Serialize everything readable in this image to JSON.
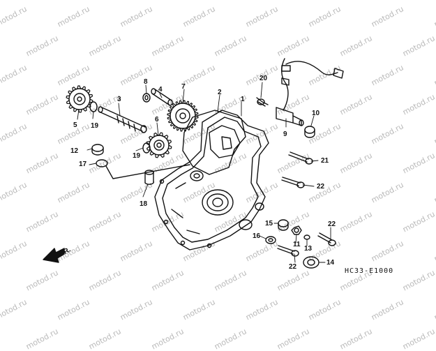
{
  "watermark": "motod.ru",
  "diagram_code": "HC33-E1000",
  "direction_label": "FR.",
  "callouts": [
    "1",
    "2",
    "3",
    "4",
    "5",
    "6",
    "7",
    "8",
    "9",
    "10",
    "11",
    "12",
    "13",
    "14",
    "15",
    "16",
    "17",
    "18",
    "19",
    "19",
    "20",
    "21",
    "22",
    "22",
    "22"
  ],
  "colors": {
    "line": "#111111",
    "watermark": "#b9b9b9"
  }
}
